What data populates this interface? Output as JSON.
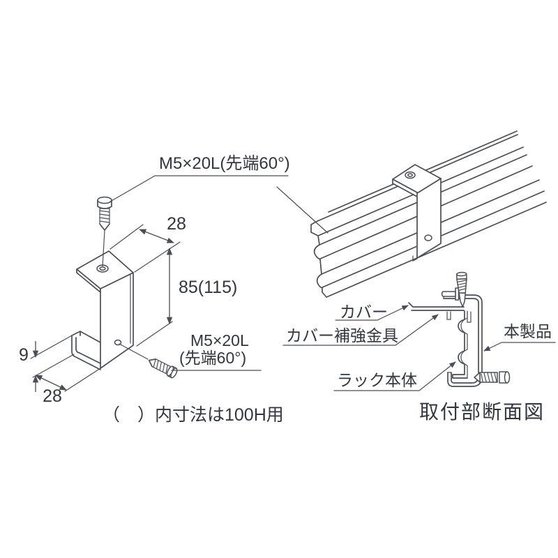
{
  "figure": {
    "background": "#ffffff",
    "line_color": "#4a4e55",
    "text_color": "#32363e",
    "labels": {
      "screw_top": "M5×20L(先端60°)",
      "screw_bottom_line1": "M5×20L",
      "screw_bottom_line2": "(先端60°)"
    },
    "dimensions": {
      "flange_width": "28",
      "body_height": "85(115)",
      "hook_height": "9",
      "hook_depth": "28"
    },
    "note": "（　）内寸法は100H用",
    "section": {
      "cover": "カバー",
      "cover_reinforcement": "カバー補強金具",
      "rack_body": "ラック本体",
      "product": "本製品",
      "title": "取付部断面図"
    }
  }
}
